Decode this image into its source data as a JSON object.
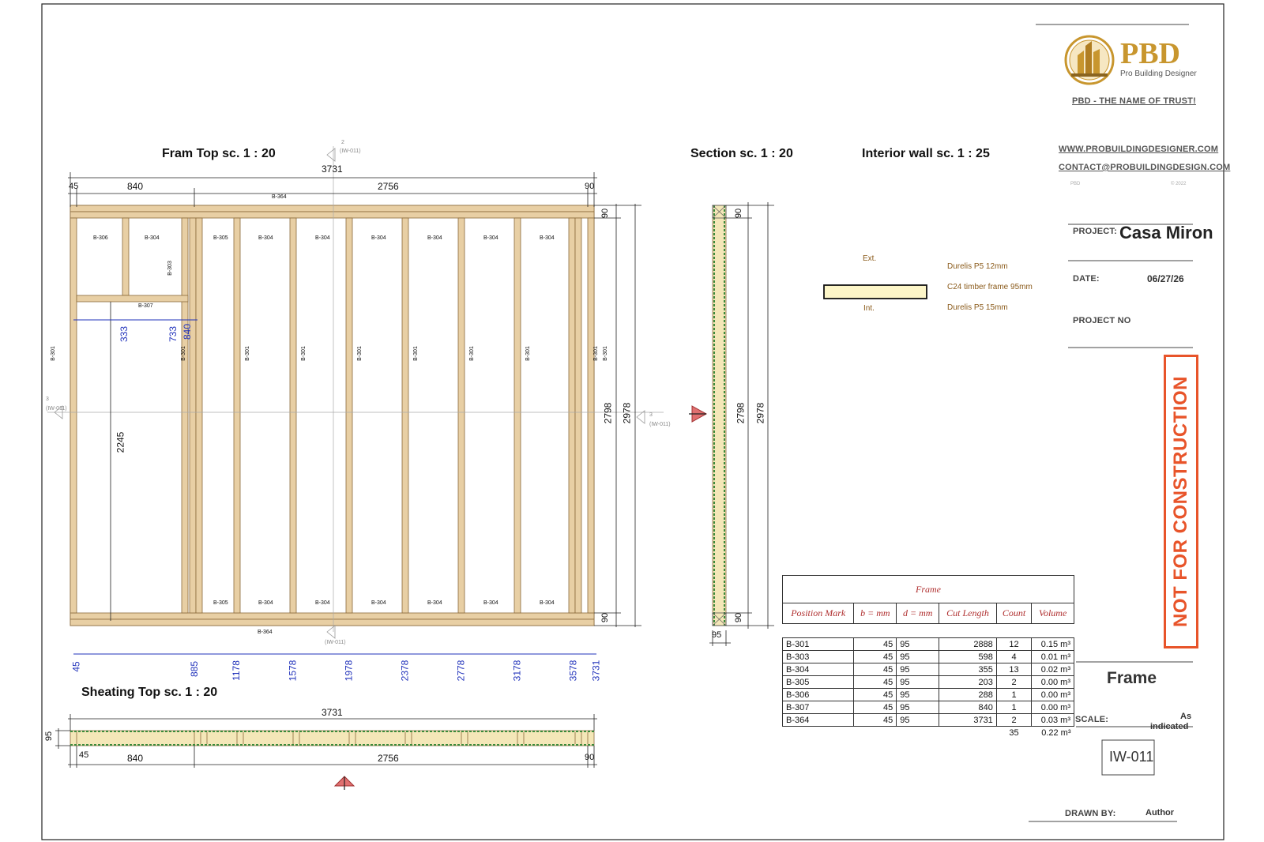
{
  "views": {
    "frame_top": "Fram Top sc. 1 : 20",
    "section": "Section sc. 1 : 20",
    "interior_wall": "Interior wall sc. 1 : 25",
    "sheating_top": "Sheating Top sc. 1 : 20"
  },
  "frame_dims": {
    "overall": "3731",
    "top_segments": [
      "45",
      "840",
      "2756",
      "90"
    ],
    "bottom_marks": [
      "45",
      "885",
      "1178",
      "1578",
      "1978",
      "2378",
      "2778",
      "3178",
      "3578",
      "3731"
    ],
    "right_heights": [
      "90",
      "2798",
      "2978",
      "90"
    ],
    "left_inner": [
      "333",
      "733",
      "840"
    ],
    "header_height": "2245"
  },
  "frame_labels": {
    "top_plate": "B-364",
    "bottom_plate": "B-364",
    "stud": "B-301",
    "top_blocks": [
      "B-306",
      "B-304",
      "B-303",
      "B-305",
      "B-304",
      "B-304",
      "B-304",
      "B-304",
      "B-304",
      "B-304"
    ],
    "bottom_blocks": [
      "B-305",
      "B-304",
      "B-304",
      "B-304",
      "B-304",
      "B-304",
      "B-304"
    ],
    "header": "B-307"
  },
  "section_marks": {
    "top_ref_num": "2",
    "top_ref_sheet": "(IW-011)",
    "left_ref_num": "3",
    "left_ref_sheet": "(IW-011)",
    "right_ref_num": "3",
    "right_ref_sheet": "(IW-011)",
    "bottom_ref_sheet": "(IW-011)"
  },
  "section_dims": {
    "width": "95",
    "heights": [
      "90",
      "2798",
      "2978",
      "90"
    ]
  },
  "sheating_dims": {
    "overall": "3731",
    "thickness": "95",
    "segments": [
      "45",
      "840",
      "2756",
      "90"
    ]
  },
  "wall_legend": {
    "ext": "Ext.",
    "int": "Int.",
    "layers": [
      "Durelis P5 12mm",
      "C24 timber frame 95mm",
      "Durelis P5 15mm"
    ]
  },
  "schedule": {
    "title": "Frame",
    "headers": [
      "Position Mark",
      "b = mm",
      "d = mm",
      "Cut Length",
      "Count",
      "Volume"
    ],
    "rows": [
      [
        "B-301",
        "45",
        "95",
        "2888",
        "12",
        "0.15 m³"
      ],
      [
        "B-303",
        "45",
        "95",
        "598",
        "4",
        "0.01 m³"
      ],
      [
        "B-304",
        "45",
        "95",
        "355",
        "13",
        "0.02 m³"
      ],
      [
        "B-305",
        "45",
        "95",
        "203",
        "2",
        "0.00 m³"
      ],
      [
        "B-306",
        "45",
        "95",
        "288",
        "1",
        "0.00 m³"
      ],
      [
        "B-307",
        "45",
        "95",
        "840",
        "1",
        "0.00 m³"
      ],
      [
        "B-364",
        "45",
        "95",
        "3731",
        "2",
        "0.03 m³"
      ]
    ],
    "total_count": "35",
    "total_volume": "0.22 m³"
  },
  "title_block": {
    "logo_text": "PBD",
    "logo_sub": "Pro Building Designer",
    "tagline": "PBD - THE NAME OF TRUST!",
    "website": "WWW.PROBUILDINGDESIGNER.COM",
    "email": "CONTACT@PROBUILDINGDESIGN.COM",
    "small_left": "PBD",
    "small_right": "© 2022",
    "project_label": "PROJECT:",
    "project_value": "Casa Miron",
    "date_label": "DATE:",
    "date_value": "06/27/26",
    "project_no_label": "PROJECT NO",
    "not_for_construction": "NOT FOR CONSTRUCTION",
    "sheet_name": "Frame",
    "scale_label": "SCALE:",
    "scale_value_1": "As",
    "scale_value_2": "indicated",
    "sheet_number": "IW-011",
    "drawn_by_label": "DRAWN BY:",
    "drawn_by_value": "Author"
  },
  "colors": {
    "timber": "#e8cfa4",
    "timber_stroke": "#8a6a3a",
    "dimension": "#2233bb",
    "accent": "#e8542a",
    "sheathing": "#f4e7b8"
  }
}
